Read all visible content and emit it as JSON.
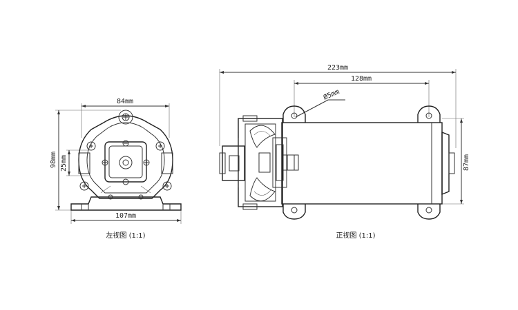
{
  "left_view": {
    "caption": "左视图 (1:1)",
    "dim_width_top": "84mm",
    "dim_width_bottom": "107mm",
    "dim_height": "98mm",
    "dim_inner": "25mm"
  },
  "front_view": {
    "caption": "正视图 (1:1)",
    "dim_total_length": "223mm",
    "dim_mount_spacing": "128mm",
    "dim_hole": "Ø5mm",
    "dim_height": "87mm"
  },
  "colors": {
    "line": "#333333",
    "background": "#ffffff"
  }
}
